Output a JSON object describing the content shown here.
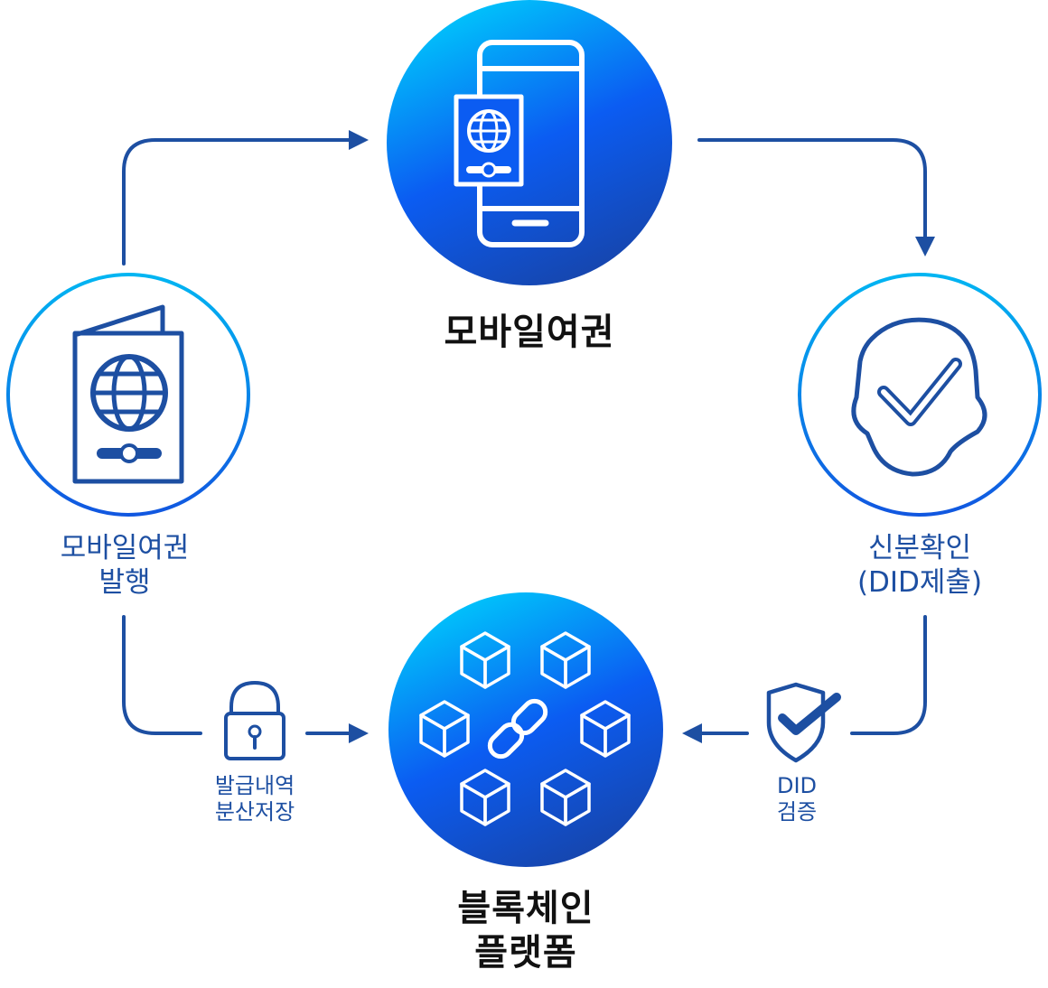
{
  "colors": {
    "arrow": "#1d4fa2",
    "ring_light": "#00b5f2",
    "ring_dark": "#1157e0",
    "fill_top": "#00c6fb",
    "fill_mid": "#0b5cf2",
    "fill_bottom": "#1744a8",
    "icon_white": "#ffffff",
    "icon_navy": "#1d4fa2"
  },
  "nodes": {
    "mobile_passport": {
      "label": "모바일여권",
      "icon": "smartphone-passport-icon"
    },
    "identity_check": {
      "line1": "신분확인",
      "line2": "(DID제출)",
      "icon": "face-check-icon"
    },
    "blockchain": {
      "line1": "블록체인",
      "line2": "플랫폼",
      "icon": "blockchain-cubes-icon"
    },
    "issuance": {
      "line1": "모바일여권",
      "line2": "발행",
      "icon": "passport-icon"
    }
  },
  "steps": {
    "distributed_storage": {
      "line1": "발급내역",
      "line2": "분산저장",
      "icon": "lock-icon"
    },
    "did_verify": {
      "line1": "DID",
      "line2": "검증",
      "icon": "shield-check-icon"
    }
  }
}
